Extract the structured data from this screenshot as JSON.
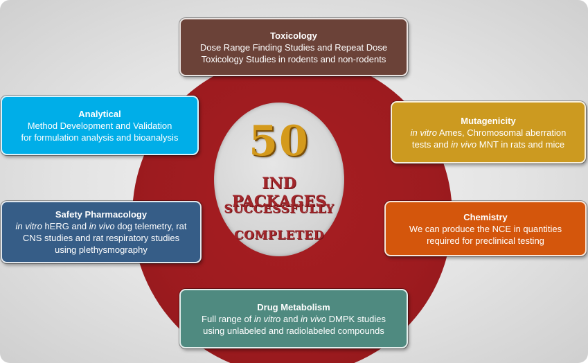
{
  "center": {
    "number": "50",
    "line1": "IND PACKAGES",
    "line2": "SUCCESSFULLY",
    "line3": "COMPLETED"
  },
  "boxes": {
    "toxicology": {
      "title": "Toxicology",
      "line1": "Dose Range Finding Studies and  Repeat Dose",
      "line2": "Toxicology Studies in rodents and non-rodents",
      "color": "#6b4238"
    },
    "analytical": {
      "title": "Analytical",
      "line1": "Method Development and Validation",
      "line2": "for formulation analysis and bioanalysis",
      "color": "#00aee8"
    },
    "mutagenicity": {
      "title": "Mutagenicity",
      "l1_italic": "in vitro",
      "l1_rest": " Ames, Chromosomal aberration",
      "l2_pre": "tests  and ",
      "l2_italic": "in vivo",
      "l2_rest": " MNT in rats and mice",
      "color": "#cc9a20"
    },
    "safety": {
      "title": "Safety Pharmacology",
      "l1_italic1": "in vitro",
      "l1_mid": " hERG and ",
      "l1_italic2": "in vivo",
      "l1_rest": " dog telemetry, rat",
      "line2": "CNS studies and rat respiratory studies",
      "line3": "using plethysmography",
      "color": "#365d87"
    },
    "chemistry": {
      "title": "Chemistry",
      "line1": "We can produce the NCE in quantities",
      "line2": "required for preclinical testing",
      "color": "#d4560c"
    },
    "drug_metabolism": {
      "title": "Drug Metabolism",
      "l1_pre": "Full range of ",
      "l1_italic1": "in vitro",
      "l1_mid": " and ",
      "l1_italic2": "in vivo",
      "l1_rest": " DMPK studies",
      "line2": "using unlabeled and radiolabeled compounds",
      "color": "#4f8a80"
    }
  }
}
